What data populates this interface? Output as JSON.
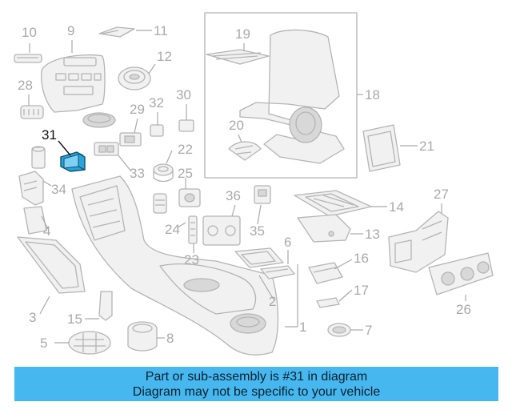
{
  "diagram": {
    "highlighted_part": "31",
    "colors": {
      "accent_fill": "#2aa4d8",
      "banner": "#46b8ef",
      "line": "#b4b4b4",
      "callout": "#a9a9a9"
    },
    "callouts": {
      "c10": "10",
      "c9": "9",
      "c11": "11",
      "c12": "12",
      "c28": "28",
      "c29": "29",
      "c32": "32",
      "c30": "30",
      "c31": "31",
      "c22": "22",
      "c33": "33",
      "c34": "34",
      "c25": "25",
      "c4": "4",
      "c24": "24",
      "c23": "23",
      "c36": "36",
      "c35": "35",
      "c19": "19",
      "c18": "18",
      "c20": "20",
      "c21": "21",
      "c14": "14",
      "c27": "27",
      "c13": "13",
      "c6": "6",
      "c16": "16",
      "c2": "2",
      "c17": "17",
      "c1": "1",
      "c26": "26",
      "c3": "3",
      "c15": "15",
      "c5": "5",
      "c8": "8",
      "c7": "7"
    }
  },
  "info_bar": {
    "line1": "Part or sub-assembly is #31 in diagram",
    "line2": "Diagram may not be specific to your vehicle"
  }
}
